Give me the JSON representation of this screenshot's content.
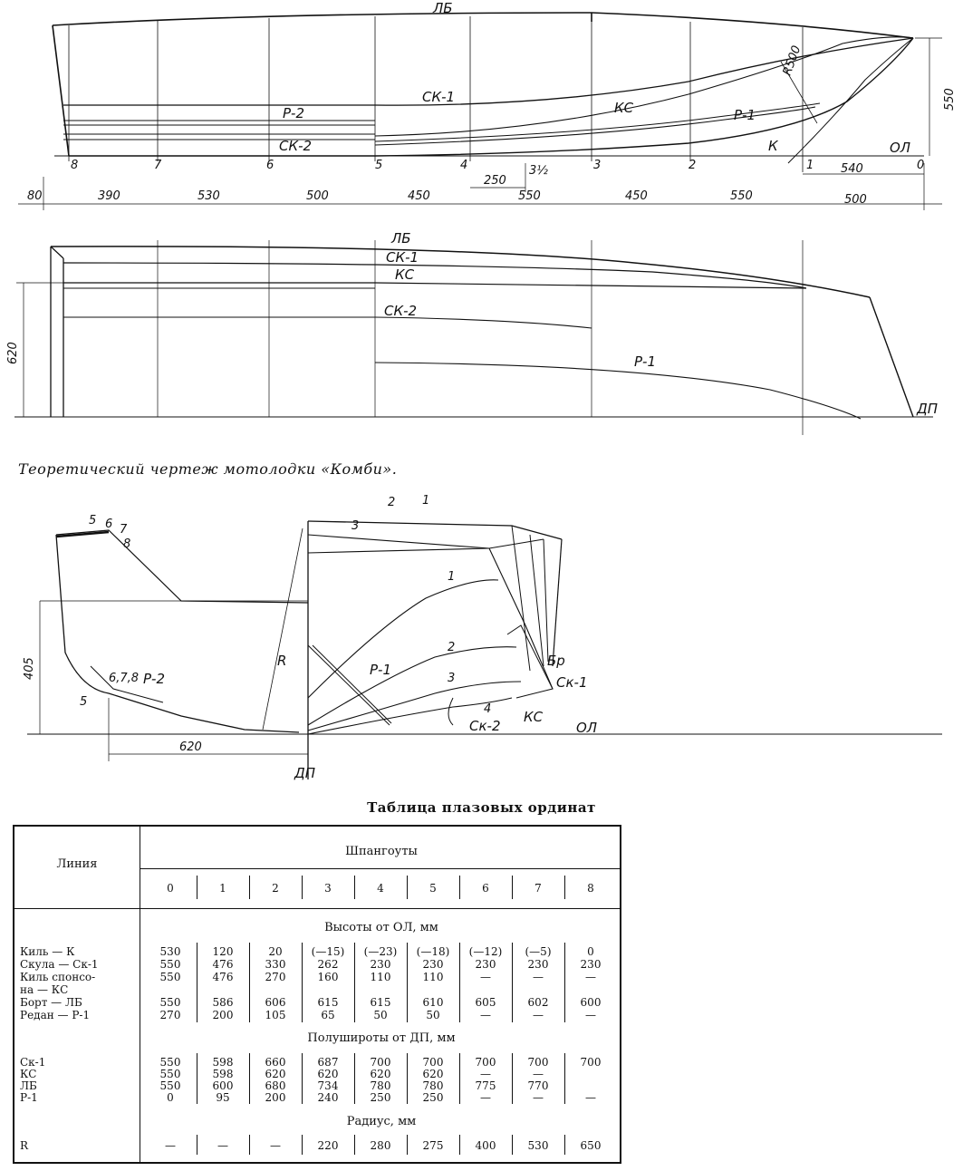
{
  "profile": {
    "stations": [
      "8",
      "7",
      "6",
      "5",
      "4",
      "3½",
      "3",
      "2",
      "1",
      "0"
    ],
    "labels": {
      "lb": "ЛБ",
      "sk1": "СК-1",
      "ks": "КС",
      "r2": "Р-2",
      "sk2": "СК-2",
      "r1": "Р-1",
      "k": "К",
      "ol": "ОЛ",
      "r500": "R500"
    },
    "dims_top": [
      "80",
      "390",
      "530",
      "500",
      "450",
      "550",
      "450",
      "550",
      "500"
    ],
    "dims_mid": [
      "250",
      "540"
    ],
    "height": "550"
  },
  "plan": {
    "labels": {
      "lb": "ЛБ",
      "sk1": "СК-1",
      "ks": "КС",
      "sk2": "СК-2",
      "r1": "Р-1",
      "dp": "ДП"
    },
    "width": "620"
  },
  "caption": "Теоретический чертеж мотолодки «Комби».",
  "body_plan": {
    "left_numbers": [
      "5",
      "6",
      "7",
      "8"
    ],
    "left_combo": "6,7,8",
    "left_five": "5",
    "r2": "Р-2",
    "height": "405",
    "r": "R",
    "width": "620",
    "dp": "ДП",
    "ol": "ОЛ",
    "right_top": [
      "3",
      "2",
      "1"
    ],
    "right_curves": [
      "1",
      "2",
      "3",
      "4"
    ],
    "r1": "Р-1",
    "sk2": "Ск-2",
    "br": "Бр",
    "sk1": "Ск-1",
    "ks": "КС"
  },
  "table": {
    "title": "Таблица плазовых ординат",
    "line_header": "Линия",
    "frames_header": "Шпангоуты",
    "frames": [
      "0",
      "1",
      "2",
      "3",
      "4",
      "5",
      "6",
      "7",
      "8"
    ],
    "section_heights": "Высоты от ОЛ, мм",
    "section_half": "Полуширoты от ДП, мм",
    "section_radius": "Радиус, мм",
    "heights_rows": [
      {
        "label": "Киль — К",
        "values": [
          "530",
          "120",
          "20",
          "(—15)",
          "(—23)",
          "(—18)",
          "(—12)",
          "(—5)",
          "0"
        ]
      },
      {
        "label": "Скула — Ск-1",
        "values": [
          "550",
          "476",
          "330",
          "262",
          "230",
          "230",
          "230",
          "230",
          "230"
        ]
      },
      {
        "label": "Киль спонсо-",
        "values": [
          "550",
          "476",
          "270",
          "160",
          "110",
          "110",
          "—",
          "—",
          "—"
        ]
      },
      {
        "label": "на — КС",
        "values": [
          "",
          "",
          "",
          "",
          "",
          "",
          "",
          "",
          ""
        ]
      },
      {
        "label": "Борт — ЛБ",
        "values": [
          "550",
          "586",
          "606",
          "615",
          "615",
          "610",
          "605",
          "602",
          "600"
        ]
      },
      {
        "label": "Редан — Р-1",
        "values": [
          "270",
          "200",
          "105",
          "65",
          "50",
          "50",
          "—",
          "—",
          "—"
        ]
      }
    ],
    "half_rows": [
      {
        "label": "Ск-1",
        "values": [
          "550",
          "598",
          "660",
          "687",
          "700",
          "700",
          "700",
          "700",
          "700"
        ]
      },
      {
        "label": "КС",
        "values": [
          "550",
          "598",
          "620",
          "620",
          "620",
          "620",
          "—",
          "—",
          ""
        ]
      },
      {
        "label": "ЛБ",
        "values": [
          "550",
          "600",
          "680",
          "734",
          "780",
          "780",
          "775",
          "770",
          ""
        ]
      },
      {
        "label": "Р-1",
        "values": [
          "0",
          "95",
          "200",
          "240",
          "250",
          "250",
          "—",
          "—",
          "—"
        ]
      }
    ],
    "radius_row": {
      "label": "R",
      "values": [
        "—",
        "—",
        "—",
        "220",
        "280",
        "275",
        "400",
        "530",
        "650"
      ]
    }
  }
}
